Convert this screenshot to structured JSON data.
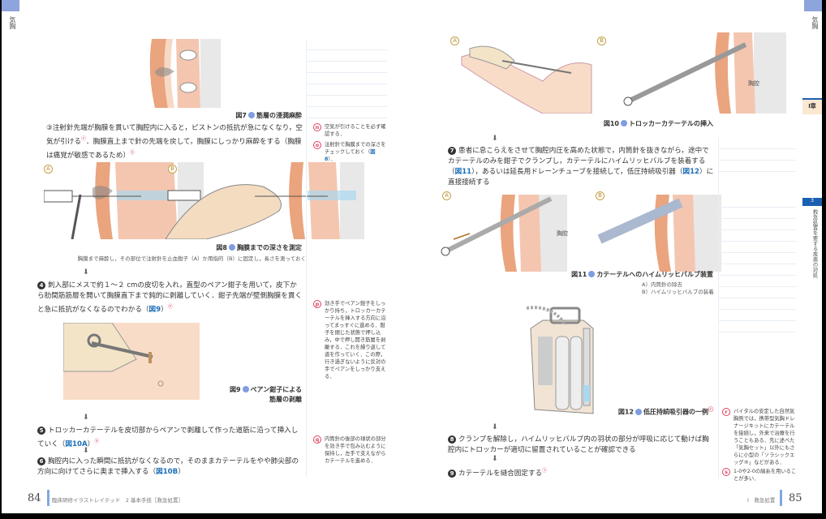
{
  "left_page": {
    "side_label": "気胸",
    "fig7": {
      "num": "図7",
      "title": "筋層の浸潤麻酔"
    },
    "step3": {
      "text": "③注射針先端が胸膜を貫いて胸腔内に入ると，ピストンの抵抗が急になくなり，空気が引ける",
      "mark1": "ⓝ",
      "text2": "．胸膜直上まで針の先端を戻して，胸膜にしっかり麻酔をする（胸膜は痛覚が敏感であるため）",
      "mark2": "ⓞ"
    },
    "fig8": {
      "num": "図8",
      "title": "胸膜までの深さを測定",
      "label_a": "A",
      "label_b": "B",
      "desc": "胸膜まで麻酔し，その部位で注射針を止血鉗子（A）か用指的（B）に固定し，長さを測っておく"
    },
    "step4": {
      "num": "4",
      "text": "刺入部にメスで約１～２ cmの皮切を入れ，直型のペアン鉗子を用いて，皮下から肋間筋筋層を開いて胸膜直下まで鈍的に剥離していく．鉗子先端が壁側胸膜を貫くと急に抵抗がなくなるのでわかる（",
      "ref": "図9",
      "tail": "）",
      "mark": "ⓟ"
    },
    "fig9": {
      "num": "図9",
      "title": "ペアン鉗子による",
      "title2": "筋層の剥離"
    },
    "step5": {
      "num": "5",
      "text": "トロッカーカテーテルを皮切部からペアンで剥離して作った道筋に沿って挿入していく（",
      "ref": "図10A",
      "tail": "）",
      "mark": "ⓠ"
    },
    "step6": {
      "num": "6",
      "text": "胸腔内に入った瞬間に抵抗がなくなるので，そのままカテーテルをやや肺尖部の方向に向けてさらに奥まで挿入する（",
      "ref": "図10B",
      "tail": "）"
    },
    "notes": [
      {
        "mark": "n",
        "text": "空気が引けることを必ず確認する．"
      },
      {
        "mark": "o",
        "text": "注射針で胸膜までの深さをチェックしておく（",
        "ref": "図8",
        "tail": "）．"
      },
      {
        "mark": "p",
        "text": "効き手でペアン鉗子をしっかり持ち，トロッカーカテーテルを挿入する方向に沿ってまっすぐに進める．鉗子を閉じた状態で押し込み，中で押し開き筋層を剥離する．これを繰り返して道を作っていく．この際，行き過ぎないように反対の手でペアンをしっかり支える．"
      },
      {
        "mark": "q",
        "text": "内筒針の後部の球状の部分を効き手で包み込むように保持し，左手で支えながらカテーテルを進める．"
      }
    ],
    "footer": {
      "page": "84",
      "text": "臨床研修イラストレイテッド　2 基本手技［救急処置］"
    }
  },
  "right_page": {
    "side_label": "気胸",
    "chapter_tab": "I章",
    "section_tab_num": "3",
    "section_tab": "救急処置を要する疾患の対処",
    "fig10": {
      "num": "図10",
      "title": "トロッカーカテーテルの挿入",
      "label_a": "A",
      "label_b": "B",
      "inner_label": "胸腔"
    },
    "step7": {
      "num": "7",
      "text": "患者に息こらえをさせて胸腔内圧を高めた状態で，内筒針を抜きながら，途中でカテーテルのみを鉗子でクランプし，カテーテルにハイムリッヒバルブを装着する（",
      "ref": "図11",
      "mid": "），あるいは延長用ドレーンチューブを接続して，低圧持続吸引器（",
      "ref2": "図12",
      "tail": "）に直接接続する"
    },
    "fig11": {
      "num": "図11",
      "title": "カテーテルへのハイムリッヒバルブ装置",
      "label_a": "A",
      "label_b": "B",
      "inner_label": "胸腔",
      "sub_a": "A）内筒針の除去",
      "sub_b": "B）ハイムリッヒバルブの装着"
    },
    "fig12": {
      "num": "図12",
      "title": "低圧持続吸引器の一例",
      "mark": "ⓡ"
    },
    "step8": {
      "num": "8",
      "text": "クランプを解除し，ハイムリッヒバルブ内の羽状の部分が呼吸に応じて動けば胸腔内にトロッカーが適切に留置されていることが確認できる"
    },
    "step9": {
      "num": "9",
      "text": "カテーテルを縫合固定する",
      "mark": "ⓢ"
    },
    "notes": [
      {
        "mark": "r",
        "text": "バイタルの安定した自然気胸例では，携帯型気胸ドレナージキットにカテーテルを接続し，外来で治療を行うこともある．先に述べた「気胸セット」以外にもさらに小型の「ソラシックエッグ®」などがある．"
      },
      {
        "mark": "s",
        "text": "1-0や2-0の絹糸を用いることが多い．"
      }
    ],
    "footer": {
      "page": "85",
      "text": "I　救急処置"
    }
  },
  "colors": {
    "accent": "#7f9de0",
    "link": "#1b6fb8",
    "note_mark": "#e04060",
    "skin": "#f5dfc8",
    "muscle": "#e8a584"
  }
}
